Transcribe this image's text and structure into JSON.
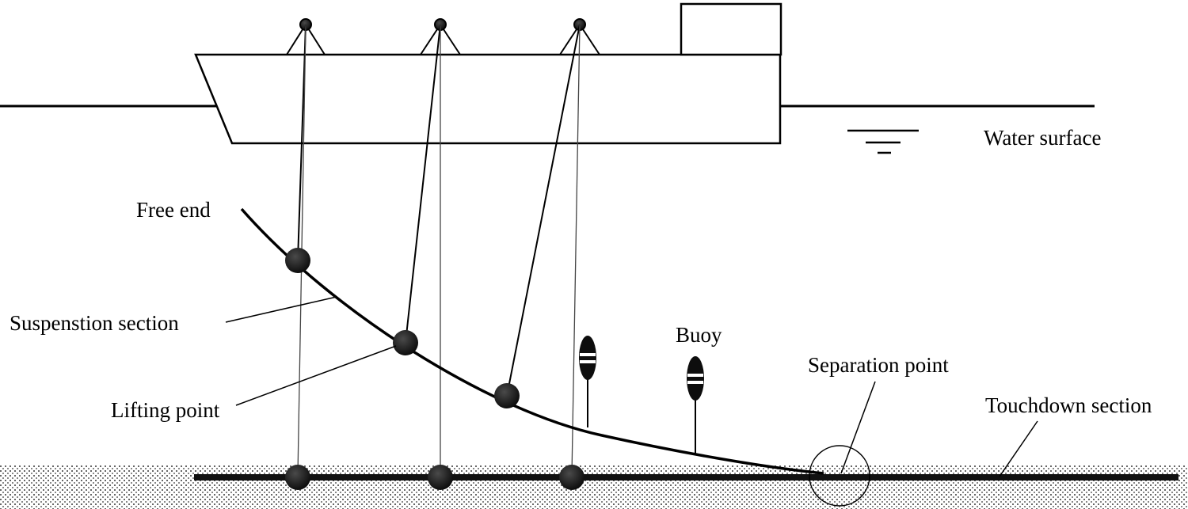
{
  "labels": {
    "water_surface": "Water surface",
    "free_end": "Free end",
    "suspension_section": "Suspenstion section",
    "lifting_point": "Lifting point",
    "buoy": "Buoy",
    "separation_point": "Separation point",
    "touchdown_section": "Touchdown section"
  },
  "colors": {
    "line": "#000000",
    "ball": "#1a1a1a",
    "seabed_dots": "#555555",
    "background": "#ffffff"
  },
  "counts": {
    "cranes": 3,
    "lifting_points": 3,
    "seabed_weights": 3,
    "buoys": 2
  }
}
